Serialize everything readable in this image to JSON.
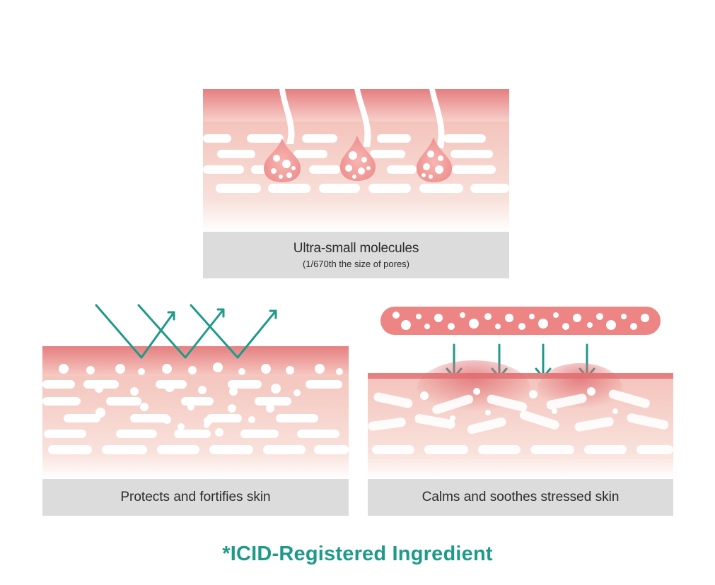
{
  "panels": {
    "top": {
      "caption": "Ultra-small molecules",
      "subcaption": "(1/670th the size of pores)"
    },
    "left": {
      "caption": "Protects and fortifies skin"
    },
    "right": {
      "caption": "Calms and soothes stressed skin"
    }
  },
  "footnote": "*ICID-Registered Ingredient",
  "colors": {
    "skin_top": "#e98a8a",
    "skin_light": "#f6d6cf",
    "caption_bg": "#dcdcdc",
    "arrow_teal": "#1f9a8a",
    "molecule_pink": "#ee8f8c"
  }
}
